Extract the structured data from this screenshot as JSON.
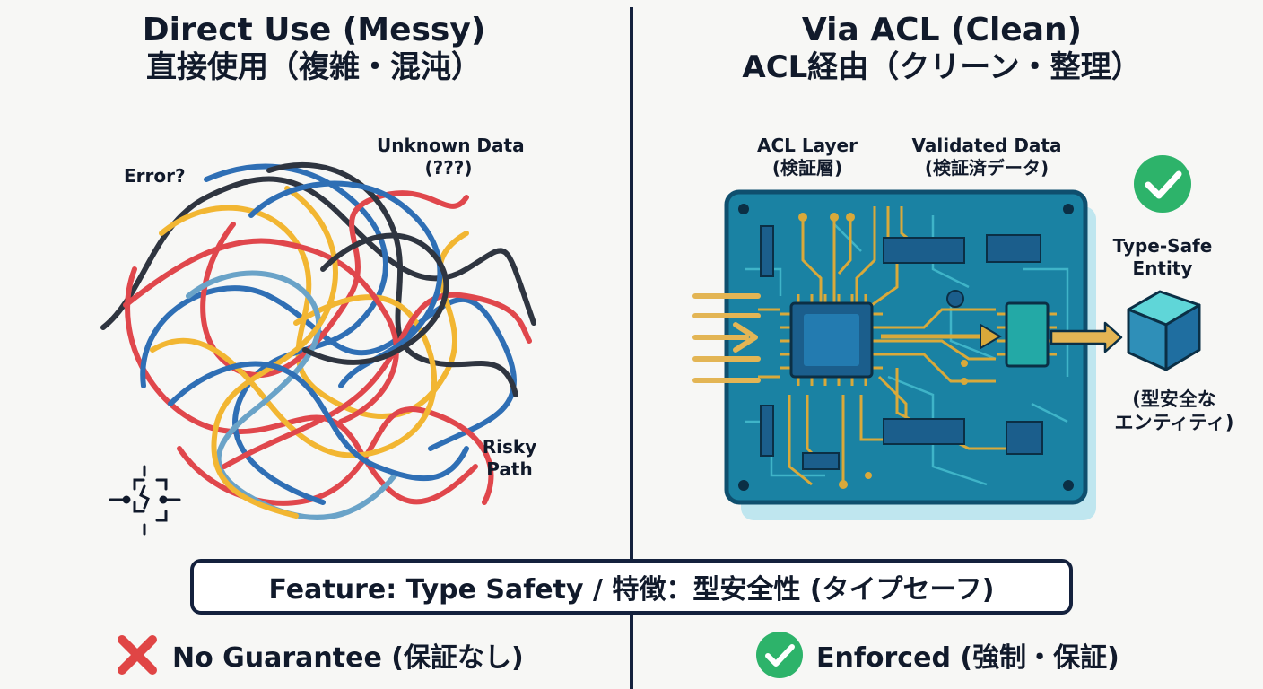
{
  "left_panel": {
    "title_en": "Direct Use (Messy)",
    "title_jp": "直接使用（複雑・混沌）",
    "labels": {
      "error": "Error?",
      "unknown_line1": "Unknown Data",
      "unknown_line2": "(???)",
      "risky_line1": "Risky",
      "risky_line2": "Path"
    }
  },
  "right_panel": {
    "title_en": "Via ACL (Clean)",
    "title_jp": "ACL経由（クリーン・整理）",
    "labels": {
      "acl_layer_line1": "ACL Layer",
      "acl_layer_line2": "(検証層)",
      "validated_line1": "Validated Data",
      "validated_line2": "(検証済データ)",
      "type_safe_line1": "Type-Safe",
      "type_safe_line2": "Entity",
      "type_safe_jp_line1": "(型安全な",
      "type_safe_jp_line2": "エンティティ)"
    }
  },
  "feature": {
    "text": "Feature: Type Safety / 特徴：型安全性 (タイプセーフ)"
  },
  "bottom": {
    "left_text": "No Guarantee (保証なし)",
    "right_text": "Enforced (強制・保証)"
  },
  "colors": {
    "navy": "#14213d",
    "wire_red": "#e0474c",
    "wire_blue": "#2f6fb5",
    "wire_yellow": "#f2b632",
    "wire_dark": "#2f3540",
    "wire_lightblue": "#6aa3c8",
    "board": "#1a82a3",
    "board_edge": "#0f4f6e",
    "trace_gold": "#d9a93a",
    "chip": "#1b5e8c",
    "check_green": "#2db36a",
    "cross_red": "#e04545",
    "cube": "#27a3b5"
  },
  "icons": {
    "left_status": "cross-icon",
    "right_status": "check-circle-icon",
    "entity_status": "check-circle-icon",
    "broken_connection": "broken-connection-icon",
    "entity": "cube-icon",
    "board": "circuit-board-icon"
  }
}
